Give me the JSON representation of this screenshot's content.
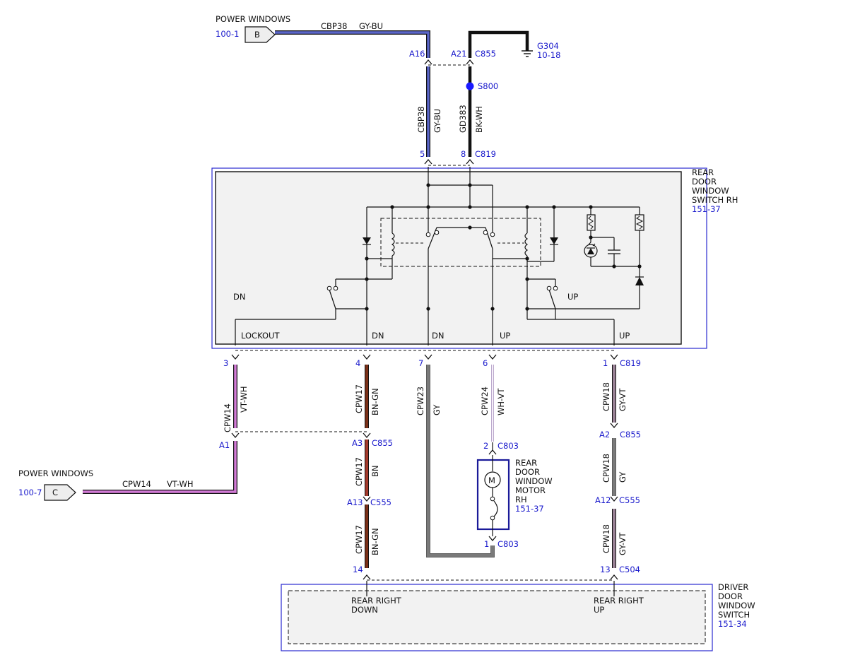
{
  "colors": {
    "ref_blue": "#1a1acc",
    "gy_bu": "#5a66c8",
    "bk_wh": "#111111",
    "vt_wh": "#d27ad6",
    "bn_gn": "#7a3018",
    "bn": "#a33a2c",
    "gy": "#7a7a7a",
    "wh_vt": "#e5c9ee",
    "gy_vt": "#9a8296",
    "splice": "#1a1aff"
  },
  "top_connector": {
    "title": "POWER WINDOWS",
    "ref": "100-1",
    "pin": "B"
  },
  "left_connector": {
    "title": "POWER WINDOWS",
    "ref": "100-7",
    "pin": "C"
  },
  "wires": {
    "top_h": {
      "circuit": "CBP38",
      "color": "GY-BU"
    },
    "vt_h": {
      "circuit": "CPW14",
      "color": "VT-WH"
    },
    "cbp38_v": {
      "circuit": "CBP38",
      "color": "GY-BU"
    },
    "gd383_v": {
      "circuit": "GD383",
      "color": "BK-WH"
    },
    "cpw14_v": {
      "circuit": "CPW14",
      "color": "VT-WH"
    },
    "cpw17_a": {
      "circuit": "CPW17",
      "color": "BN-GN"
    },
    "cpw17_b": {
      "circuit": "CPW17",
      "color": "BN"
    },
    "cpw17_c": {
      "circuit": "CPW17",
      "color": "BN-GN"
    },
    "cpw23": {
      "circuit": "CPW23",
      "color": "GY"
    },
    "cpw24": {
      "circuit": "CPW24",
      "color": "WH-VT"
    },
    "cpw18_a": {
      "circuit": "CPW18",
      "color": "GY-VT"
    },
    "cpw18_b": {
      "circuit": "CPW18",
      "color": "GY"
    },
    "cpw18_c": {
      "circuit": "CPW18",
      "color": "GY-VT"
    }
  },
  "ground": {
    "id": "G304",
    "ref": "10-18"
  },
  "splice": {
    "id": "S800"
  },
  "pins": {
    "a16": "A16",
    "a21": "A21",
    "c855_top": "C855",
    "p5": "5",
    "p8": "8",
    "c819_top": "C819",
    "p3": "3",
    "p4": "4",
    "p7": "7",
    "p6": "6",
    "p1": "1",
    "c819_bot": "C819",
    "a1": "A1",
    "a3": "A3",
    "c855_mid": "C855",
    "a2": "A2",
    "c855_right": "C855",
    "a13": "A13",
    "c555_left": "C555",
    "a12": "A12",
    "c555_right": "C555",
    "m2": "2",
    "c803_top": "C803",
    "m1": "1",
    "c803_bot": "C803",
    "p14": "14",
    "p13": "13",
    "c504": "C504"
  },
  "switch_module": {
    "name_lines": [
      "REAR",
      "DOOR",
      "WINDOW",
      "SWITCH RH"
    ],
    "ref": "151-37",
    "labels": {
      "dn_left": "DN",
      "up_right": "UP",
      "lockout": "LOCKOUT",
      "dn1": "DN",
      "dn2": "DN",
      "up1": "UP",
      "up2": "UP"
    }
  },
  "motor": {
    "symbol": "M",
    "name_lines": [
      "REAR",
      "DOOR",
      "WINDOW",
      "MOTOR",
      "RH"
    ],
    "ref": "151-37"
  },
  "driver_switch": {
    "name_lines": [
      "DRIVER",
      "DOOR",
      "WINDOW",
      "SWITCH"
    ],
    "ref": "151-34",
    "left_label_lines": [
      "REAR RIGHT",
      "DOWN"
    ],
    "right_label_lines": [
      "REAR RIGHT",
      "UP"
    ]
  }
}
